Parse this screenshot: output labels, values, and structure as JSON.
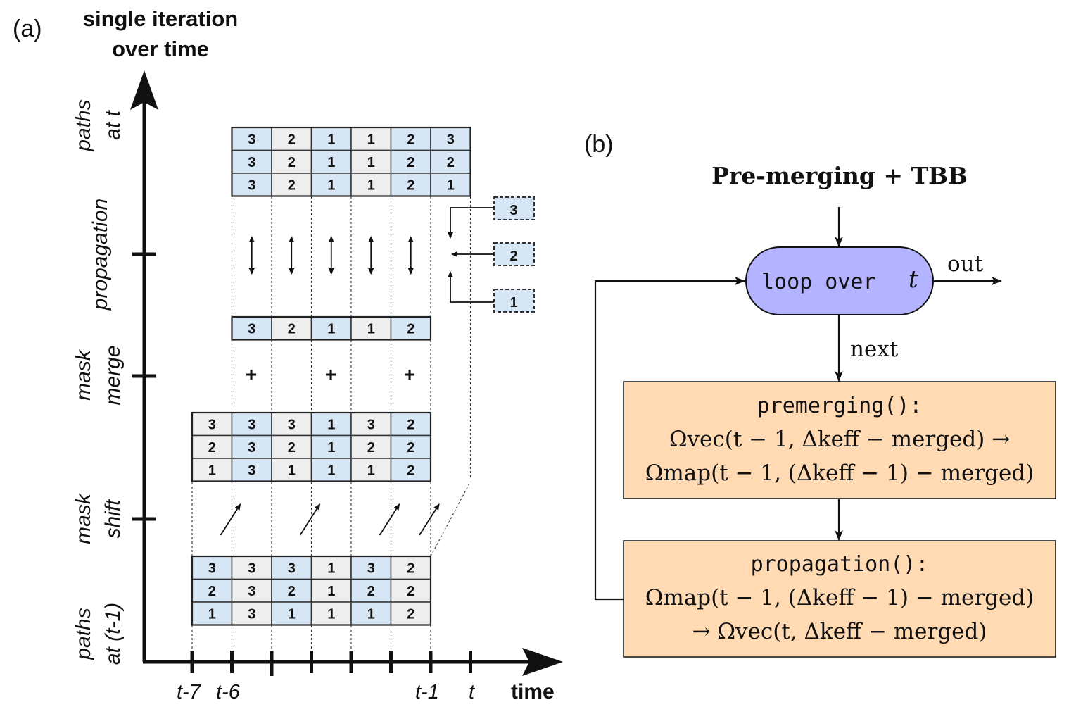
{
  "panel_a": {
    "label": "(a)",
    "title_lines": [
      "single iteration",
      "over time"
    ],
    "x_axis_label": "time",
    "x_tick_labels": [
      "t-7",
      "t-6",
      "t-1",
      "t"
    ],
    "y_stage_labels": [
      [
        "paths",
        "at t"
      ],
      [
        "propagation"
      ],
      [
        "mask",
        "merge"
      ],
      [
        "mask",
        "shift"
      ],
      [
        "paths",
        "at (t-1)"
      ]
    ],
    "grid_paths_t": {
      "rows": [
        [
          "3",
          "2",
          "1",
          "1",
          "2",
          "3"
        ],
        [
          "3",
          "2",
          "1",
          "1",
          "2",
          "2"
        ],
        [
          "3",
          "2",
          "1",
          "1",
          "2",
          "1"
        ]
      ],
      "shade": [
        "blue",
        "gray",
        "blue",
        "gray",
        "blue",
        "blue"
      ]
    },
    "grid_merged": {
      "rows": [
        [
          "3",
          "2",
          "1",
          "1",
          "2"
        ]
      ],
      "shade": [
        "blue",
        "gray",
        "blue",
        "gray",
        "blue"
      ]
    },
    "merge_symbol": "+",
    "grid_shifted": {
      "rows": [
        [
          "3",
          "3",
          "3",
          "1",
          "3",
          "2"
        ],
        [
          "2",
          "3",
          "2",
          "1",
          "2",
          "2"
        ],
        [
          "1",
          "3",
          "1",
          "1",
          "1",
          "2"
        ]
      ],
      "shade": [
        "gray",
        "blue",
        "gray",
        "blue",
        "gray",
        "blue"
      ]
    },
    "grid_prev": {
      "rows": [
        [
          "3",
          "3",
          "3",
          "1",
          "3",
          "2"
        ],
        [
          "2",
          "3",
          "2",
          "1",
          "2",
          "2"
        ],
        [
          "1",
          "3",
          "1",
          "1",
          "1",
          "2"
        ]
      ],
      "shade": [
        "blue",
        "gray",
        "blue",
        "gray",
        "blue",
        "gray"
      ]
    },
    "new_states": [
      "3",
      "2",
      "1"
    ],
    "colors": {
      "blue": "#d6e6f5",
      "gray": "#eeeeee"
    }
  },
  "panel_b": {
    "label": "(b)",
    "title": "Pre-merging + TBB",
    "loop_node": {
      "text_mono": "loop over",
      "text_var": "t"
    },
    "out_label": "out",
    "next_label": "next",
    "box1": {
      "title": "premerging():",
      "line1": "Ωvec(t − 1, Δkeff − merged) →",
      "line2": "Ωmap(t − 1, (Δkeff − 1) − merged)"
    },
    "box2": {
      "title": "propagation():",
      "line1": "Ωmap(t − 1, (Δkeff − 1) − merged)",
      "line2": "→ Ωvec(t, Δkeff − merged)"
    },
    "colors": {
      "loop_fill": "#b3b3ff",
      "box_fill": "#ffdab3"
    }
  }
}
